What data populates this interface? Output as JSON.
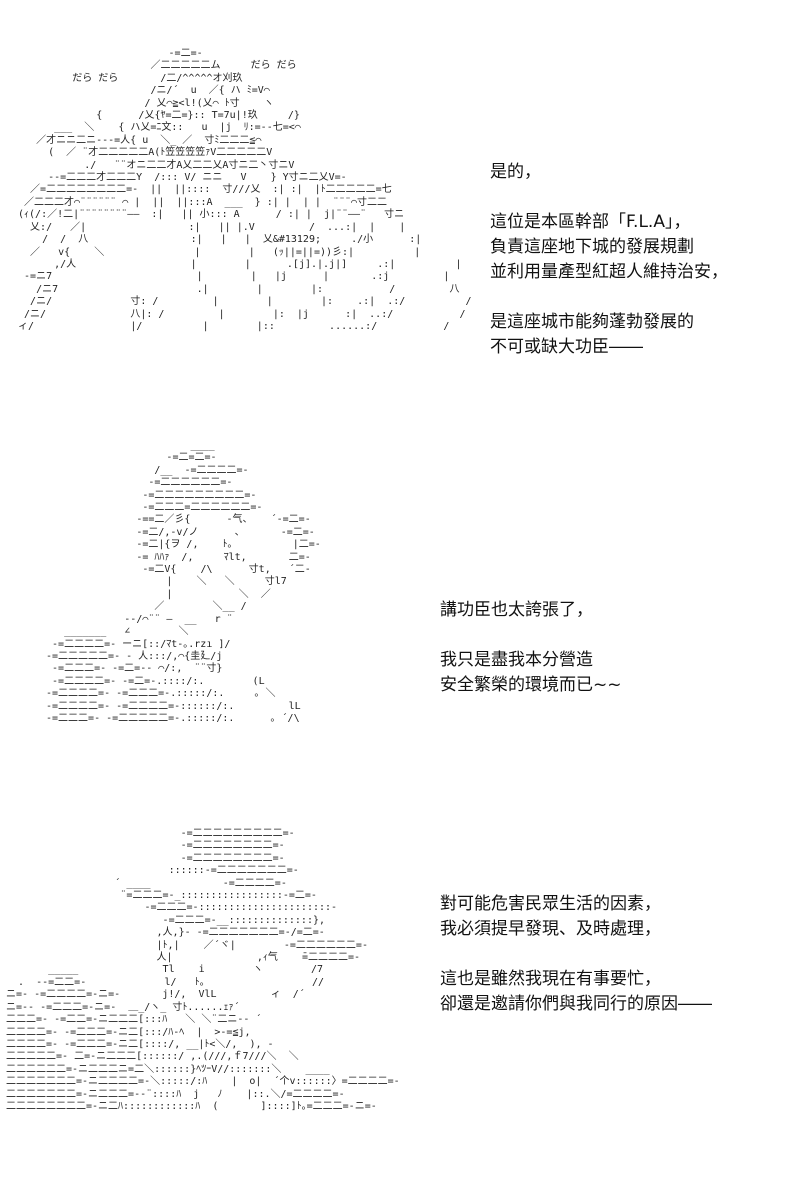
{
  "panels": [
    {
      "art": [
        "                          -=二=-",
        "                       ／二二二二二ム     だら だら",
        "          だら だら       /二/^^^^^オ刈玖",
        "                       /ニ/´  u  ／{ ハ ﾐ=V⌒",
        "                      / 乂⌒≧<l!(乂⌒ ﾄ寸    ヽ",
        "              {      /乂{ﾔ=二=}:: T=7u|!玖     /}",
        "       ___  ＼    { ハ乂=ﾆ文::   u  |j  ﾘ:=--七=<⌒",
        "    ／才ニニ二ニ---=人{ u  ＼_ ／  寸ﾐ二二二≦⌒",
        "      (  ／ ¨才二二二二二A(ﾄ笠笠笠笠ｧV二二二二二V",
        "            ./   ¨¨オニ二二才A乂二二乂A寸ニ二丶寸ニV",
        "      --=二二二才二二二Y  /::: V/ ニニ   V    } Y寸ニ二乂V=-",
        "   ／=二二二二二二二二=-  ||  ||::::  寸///乂  :| :|  |ﾄ二二二二二=七",
        "  ／二二二才⌒¨¨¨¨¨¨ ⌒ |  ||  ||:::A  ___  } :| |  | |  ¨¨¨⌒寸二二",
        " (ｨ(/:／!二|¨¨¨¨¨¨¨¨――  :|   || 小::: A      / :| |  j|¨¨――¨   寸ニ",
        "   乂:/   ／|                 :|   || |.V         /  ...:|  |    |",
        "     /  /  八                 :|   |   |  乂&#13129;     ./小      :|",
        "   ／   v{    ＼               |        |   (ｯ||=||=))彡:|          |",
        "       ,/人                   |        |      .[j].|.j|]     .:|          |",
        "  -=ニ7                        |        |   |j      |       .:j         |",
        "    /ニ7                       .|        |        |:           /         八",
        "   /ニ/             寸: /         |        |        |:    .:|  .:/          /",
        "  /ニ/              八|: /         |        |:  |j      :|  ..:/           /",
        " ィ/                |/          |        |::         ......:/           /"
      ],
      "lines": [
        "是的，",
        "",
        "這位是本區幹部「F.L.A」，",
        "負責這座地下城的發展規劃",
        "並利用量產型紅超人維持治安，",
        "",
        "是這座城市能夠蓬勃發展的",
        "不可或缺大功臣――"
      ]
    },
    {
      "art": [
        "                         ____",
        "                     -=二=二=-",
        "                   /__  -=二二二二=-",
        "                  -=二二二二二二=-",
        "                 -=二二二二二二二二二=-",
        "                 -=二二二=二二二二二二=-",
        "                -==二／彡{      -气、   ´-=二=-",
        "                -=二/,-v/ノ      、      -=二=-",
        "                -=二|{ヲ /,    ﾄ｡          |二=-",
        "                -= ﾊﾊｧ  /,     ﾏlt,       二=-",
        "                 -=二V{    /\\      寸t,   ´二-",
        "                     |    ＼   ＼     寸l7",
        "                     |           ＼  ／",
        "                   ／        ＼__ /",
        "              --/⌒¨¨ ―  __   r ¨",
        "    _______   ∠        ＼     ",
        "  -=二二二二=- ーニ[::/ﾏt-｡.rzı ]/",
        " -=二二二二二=- - 人:::/,⌒{圭廴/j",
        "  -=二二二=- -=二=-- ⌒/:,  ¨¨寸}",
        "  -=二二二二=- -=二=-.::::/:.        (L",
        " -=二二二二=- -=二二二=-.:::::/:.     ｡ ＼",
        " -=二二二二=- -=二二二二=-::::::/:.         lL",
        " -=二二二=- -=二二二二二=-.:::::/:.      ｡ ´/\\"
      ],
      "lines": [
        "講功臣也太誇張了，",
        "",
        "我只是盡我本分營造",
        "安全繁榮的環境而已~~"
      ]
    },
    {
      "art": [
        "                              -=二二二二二二二二二=-",
        "                              -=二二二二二二二二=-",
        "                              -=二二二二二二二二=-",
        "                            ::::::-=二二二二二二二=-",
        "                   ´ ____            -=二二二二=-",
        "                    ¨=二二二=-_:::::::::::::::::-=二=-",
        "                        -=二二二=-::::::::::::::::::::::-",
        "                           -=二二二=-__::::::::::::::},",
        "                          ,人,}‐ -=二二二二二二二=-/=二=-",
        "                          |ﾄ,|    ／´ヾ|        -=二二二二二二=-",
        "                          人|              ,ｨ气    ̄=二二二二=-",
        "        _____              Tl    i        ヽ        /7",
        "   .  --=二二=-             l/   ﾄ。                 //",
        " ニ=- -=二二二二=-ニ=-       j!/,  VlL         ィ  /´",
        " ニ=-- -=二二二=-ニ=-  ＿_/ヽ_ 寸ﾄ......ｪｧ´",
        " 二二二=- -=二二=-ニ二二二[:::ﾊ   ＼ ＼¨二ニ-‐ ´",
        " 二二二二=- -=二二二=-ニ二[:::/ﾊ-ﾍ  |  >-=≦j,",
        " 二二二二=- -=二二二=-ニ二[::::/, __|ﾄ<＼/,  ), -",
        " 二二二二二=- 二=-ニ二二二[::::::/ ,.(///,ｆ7///＼  ＼",
        " 二二二二二二=-ニ二二二ニ=二＼::::::}ﾍﾂｰV//:::::::＼    ____",
        " 二二二二二二二=-ニ二二二二=-＼:::::/:ﾊ    |  o|  ´个v::::::〉=二二二二=-",
        " 二二二二二二二=-ニ二二二=-‐¨::::ﾊ  j   ﾉ    |::.＼/=二二二二=-",
        " 二二二二二二二二=-ニ二ﾊ::::::::::::ﾊ  (       ]::::]ﾄ｡=二二二=-ニ=-"
      ],
      "lines": [
        "對可能危害民眾生活的因素，",
        "我必須提早發現、及時處理，",
        "",
        "這也是雖然我現在有事要忙，",
        "卻還是邀請你們與我同行的原因――"
      ]
    }
  ]
}
